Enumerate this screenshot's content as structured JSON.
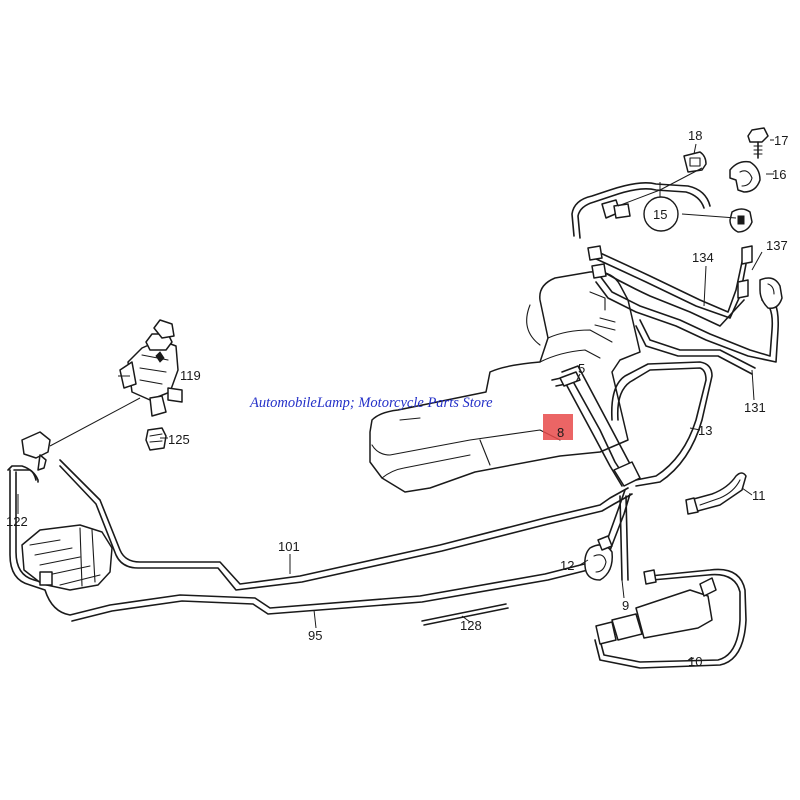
{
  "watermark": "AutomobileLamp; Motorcycle Parts Store",
  "highlight_color": "#e84a4a",
  "watermark_color": "#2430c8",
  "callouts": {
    "c5": "5",
    "c8": "8",
    "c9": "9",
    "c10": "10",
    "c11": "11",
    "c12": "12",
    "c13": "13",
    "c15": "15",
    "c16": "16",
    "c17": "17",
    "c18": "18",
    "c95": "95",
    "c101": "101",
    "c119": "119",
    "c122": "122",
    "c125": "125",
    "c128": "128",
    "c131": "131",
    "c134": "134",
    "c137": "137"
  }
}
